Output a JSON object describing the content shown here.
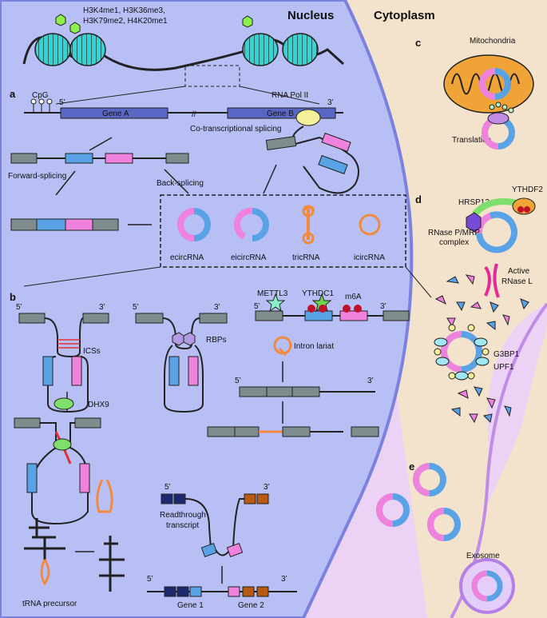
{
  "regions": {
    "nucleus": "Nucleus",
    "cytoplasm": "Cytoplasm"
  },
  "panels": {
    "a": "a",
    "b": "b",
    "c": "c",
    "d": "d",
    "e": "e"
  },
  "histone_marks": [
    "H3K4me1, H3K36me3,",
    "H3K79me2, H4K20me1"
  ],
  "panel_a": {
    "cpg": "CpG",
    "five_prime": "5’",
    "three_prime": "3’",
    "gene_a": "Gene A",
    "gene_b": "Gene B",
    "rna_pol": "RNA Pol II",
    "cotx": "Co-transcriptional splicing",
    "forward": "Forward-splicing",
    "back": "Back-splicing",
    "types": [
      "ecircRNA",
      "eicircRNA",
      "tricRNA",
      "icircRNA"
    ]
  },
  "panel_b": {
    "ics": "ICSs",
    "rbps": "RBPs",
    "dhx9": "DHX9",
    "mettl3": "METTL3",
    "ythdc1": "YTHDC1",
    "m6a": "m6A",
    "lariat": "Intron lariat",
    "readthrough": [
      "Readthrough",
      "transcript"
    ],
    "gene1": "Gene 1",
    "gene2": "Gene 2",
    "trna": "tRNA precursor",
    "five_prime": "5’",
    "three_prime": "3’"
  },
  "panel_c": {
    "mito": "Mitochondria",
    "translation": "Translation"
  },
  "panel_d": {
    "hrsp12": "HRSP12",
    "ythdf2": "YTHDF2",
    "rnase_p": [
      "RNase P/MRP",
      "complex"
    ],
    "rnase_l": [
      "Active",
      "RNase L"
    ],
    "g3bp1": "G3BP1",
    "upf1": "UPF1"
  },
  "panel_e": {
    "exosome": "Exosome"
  },
  "colors": {
    "nucleus": "#b8bff5",
    "cytoplasm": "#ecd2f4",
    "extracellular": "#f3e2cc",
    "gene_block": "#5a66c4",
    "exon_blue": "#5aa2e6",
    "exon_pink": "#ee82dc",
    "exon_gray": "#7f8c8d",
    "intron_orange": "#f18a3c",
    "nucleosome": "#35d4d4",
    "mito": "#f0a437"
  }
}
